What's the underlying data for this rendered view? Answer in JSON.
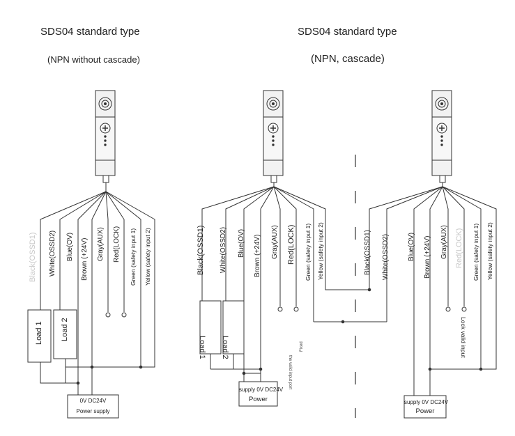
{
  "left": {
    "title": "SDS04 standard type",
    "subtitle": "(NPN without cascade)",
    "wires": [
      "Black(OSSD1)",
      "White(OSSD2)",
      "Blue(OV)",
      "Brown (+24V)",
      "Gray(AUX)",
      "Red(LOCK)",
      "Green (safety input 1)",
      "Yellow (safety input 2)"
    ],
    "loads": [
      "Load 1",
      "Load 2"
    ],
    "power": [
      "0V DC24V",
      "Power supply"
    ]
  },
  "right": {
    "title": "SDS04 standard type",
    "subtitle": "(NPN, cascade)",
    "unit1": {
      "wires": [
        "Black(OSSD1)",
        "White(OSSD2)",
        "Blue(OV)",
        "Brown (+24V)",
        "Gray(AUX)",
        "Red(LOCK)",
        "Green (safety input 1)",
        "Yellow (safety input 2)"
      ],
      "loads": [
        "Load 1",
        "Load 2"
      ],
      "lock_note": "the valid input port",
      "lock_note2": "Fixed",
      "power": [
        "supply 0V DC24V",
        "Power"
      ]
    },
    "unit2": {
      "wires": [
        "Black(OSSD1)",
        "White(OSSD2)",
        "Blue(OV)",
        "Brown (+24V)",
        "Gray(AUX)",
        "Red(LOCK)",
        "Green (safety input 1)",
        "Yellow (safety input 2)"
      ],
      "lock_note": "Lock valid input",
      "power": [
        "supply 0V DC24V",
        "Power"
      ]
    }
  }
}
